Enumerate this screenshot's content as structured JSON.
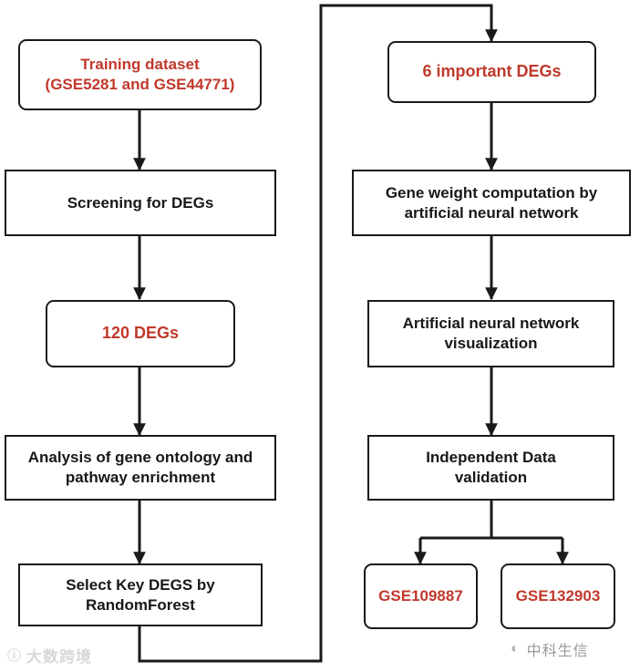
{
  "diagram": {
    "title": "Study workflow flowchart",
    "colors": {
      "accent_red": "#c0392b",
      "text_black": "#16181a",
      "stroke": "#1a1a1a",
      "background": "#ffffff"
    },
    "left_column": [
      {
        "id": "training-dataset",
        "label": "Training dataset\n(GSE5281 and GSE44771)",
        "line1": "Training dataset",
        "line2": "(GSE5281 and GSE44771)",
        "style": "rounded-red"
      },
      {
        "id": "screening-degs",
        "label": "Screening for DEGs",
        "line1": "Screening for DEGs",
        "line2": "",
        "style": "square-black"
      },
      {
        "id": "120-degs",
        "label": "120  DEGs",
        "line1": "120  DEGs",
        "line2": "",
        "style": "rounded-red"
      },
      {
        "id": "gene-ontology",
        "label": "Analysis of gene ontology and pathway enrichment",
        "line1": "Analysis of gene ontology and",
        "line2": "pathway enrichment",
        "style": "square-black"
      },
      {
        "id": "random-forest",
        "label": "Select Key DEGS by RandomForest",
        "line1": "Select Key DEGS by",
        "line2": "RandomForest",
        "style": "square-black"
      }
    ],
    "right_column": [
      {
        "id": "six-important-degs",
        "label": "6 important DEGs",
        "line1": "6 important DEGs",
        "line2": "",
        "style": "rounded-red"
      },
      {
        "id": "gene-weight",
        "label": "Gene weight computation by artificial neural network",
        "line1": "Gene weight computation by",
        "line2": "artificial neural network",
        "style": "square-black"
      },
      {
        "id": "ann-visualization",
        "label": "Artificial neural network visualization",
        "line1": "Artificial neural network",
        "line2": "visualization",
        "style": "square-black"
      },
      {
        "id": "independent-validation",
        "label": "Independent Data validation",
        "line1": "Independent Data",
        "line2": "validation",
        "style": "square-black"
      }
    ],
    "validation_datasets": [
      {
        "id": "gse109887",
        "label": "GSE109887",
        "style": "rounded-red"
      },
      {
        "id": "gse132903",
        "label": "GSE132903",
        "style": "rounded-red"
      }
    ],
    "watermarks": {
      "bottom_left": "大数跨境",
      "bottom_left_mark": "ⓘ",
      "bottom_right": "中科生信",
      "bottom_right_mark": "◐"
    }
  }
}
